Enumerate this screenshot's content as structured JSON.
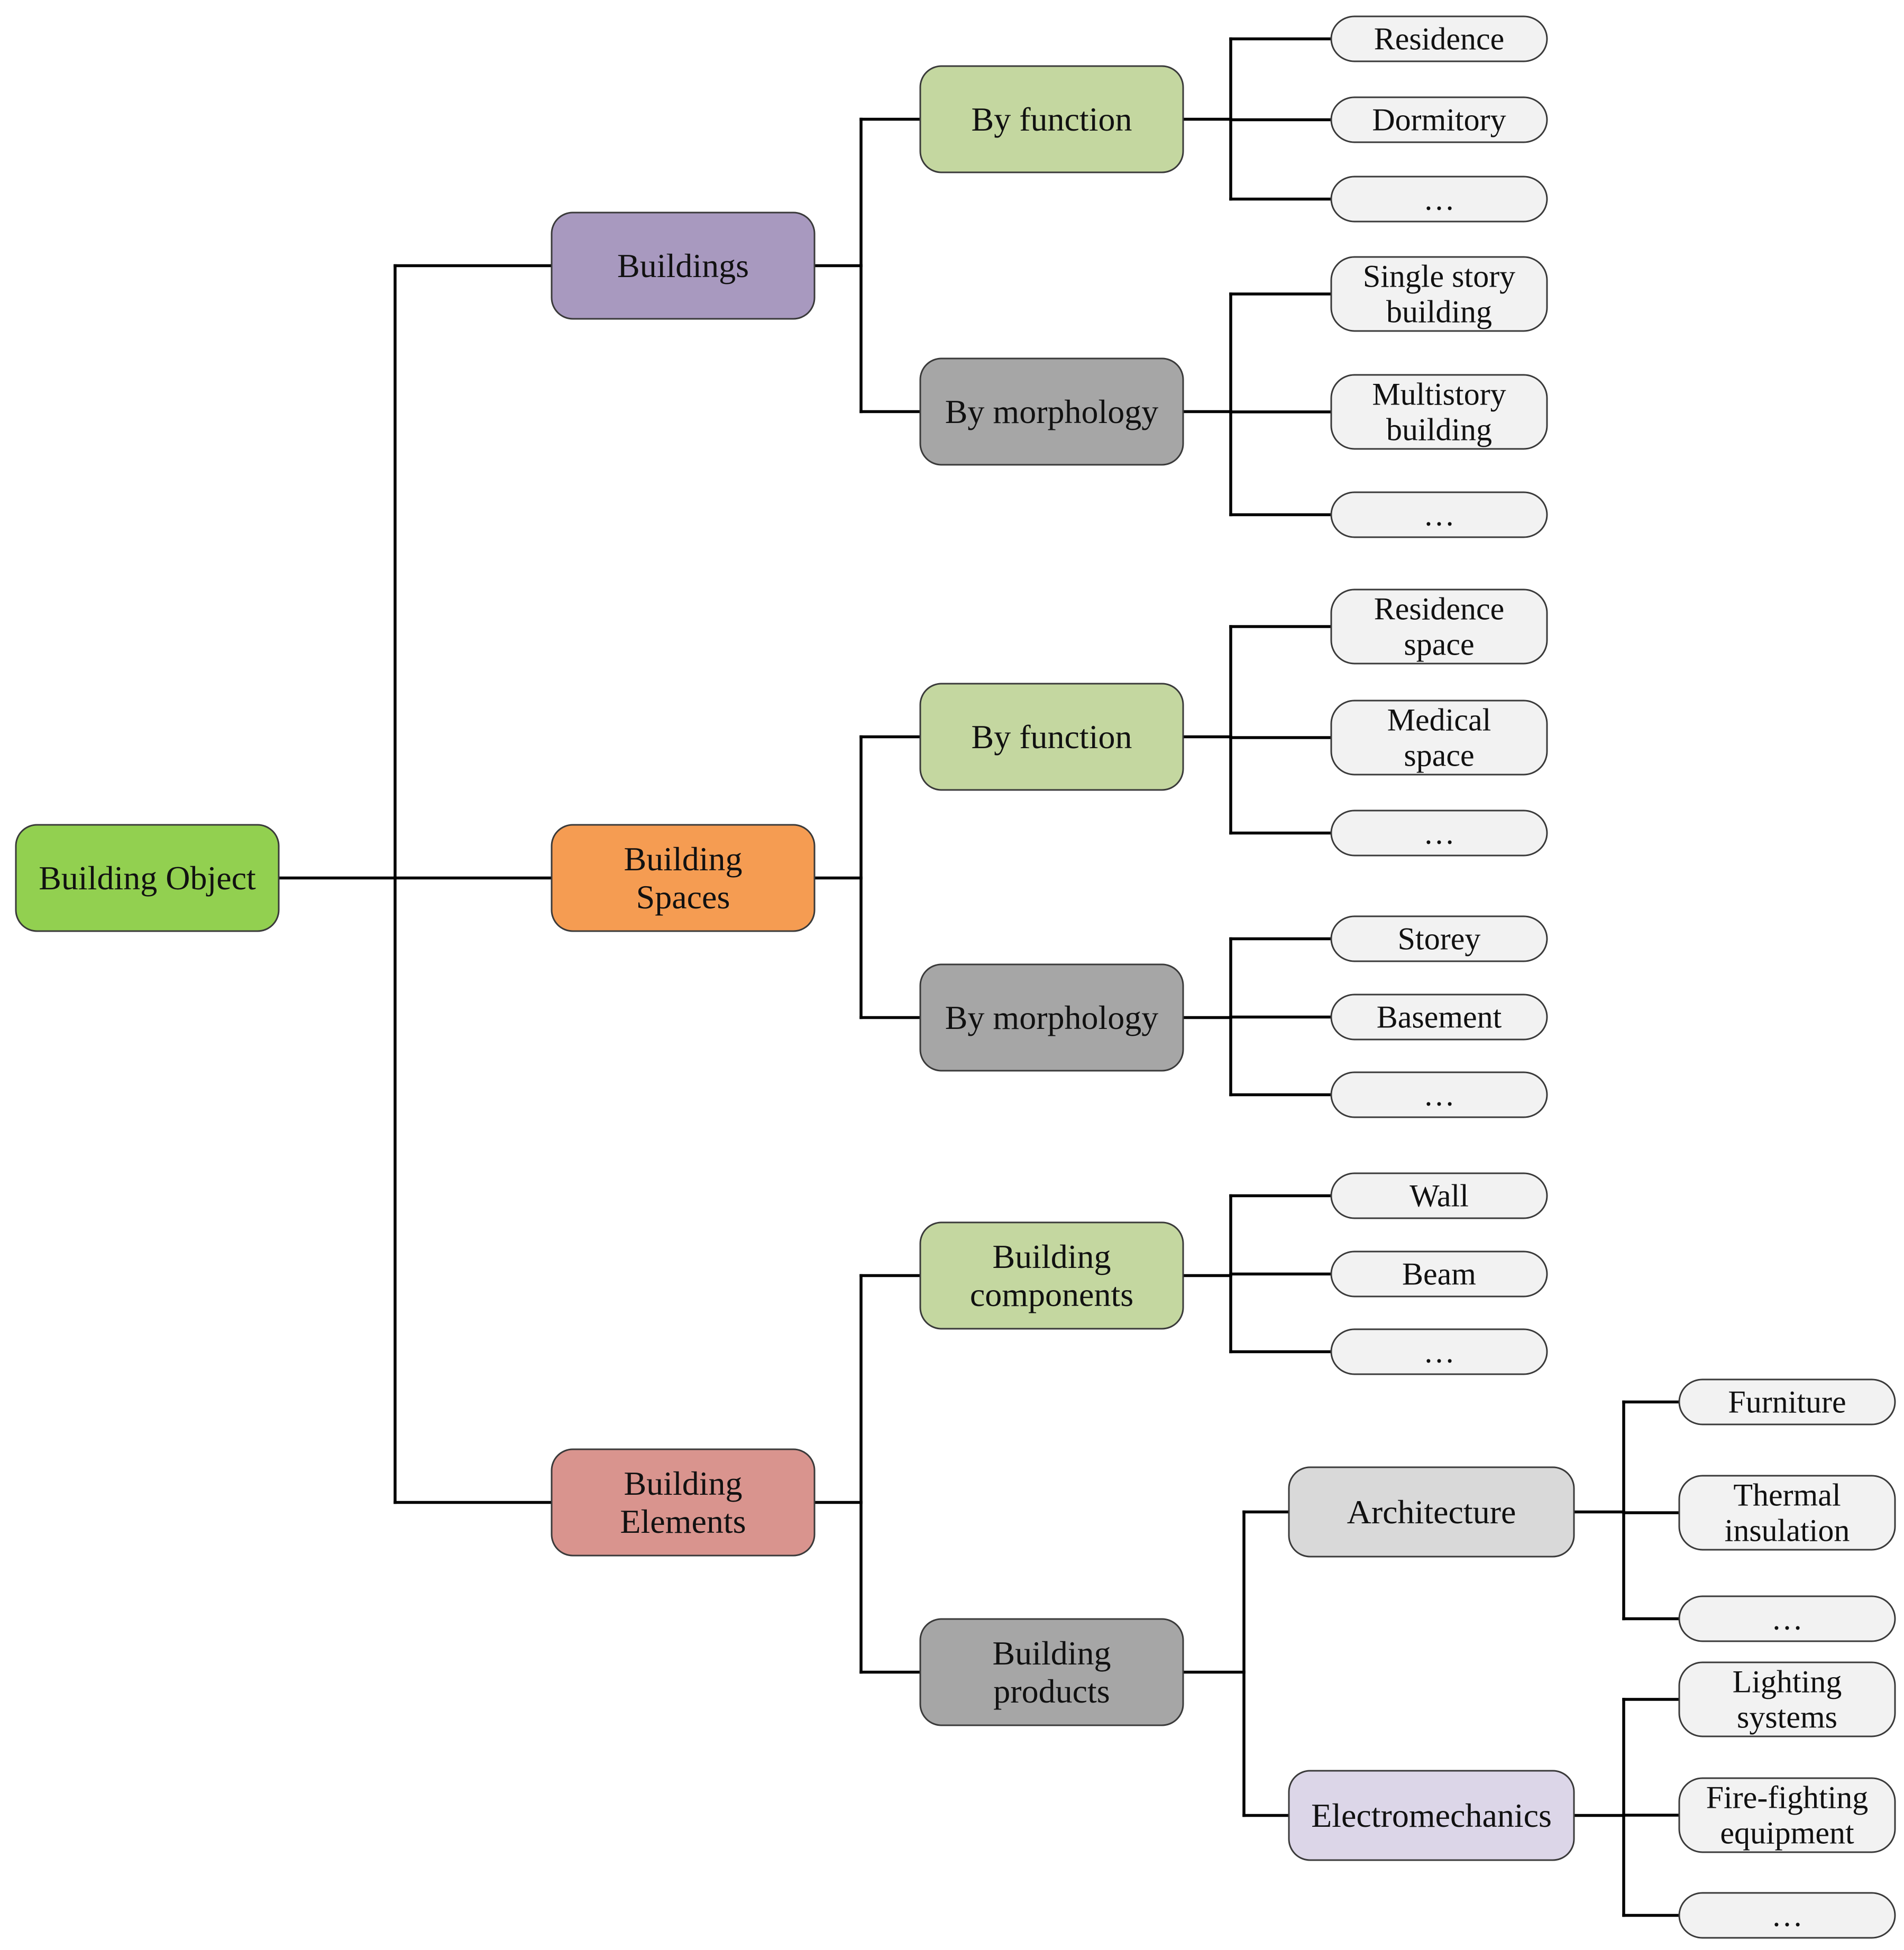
{
  "colors": {
    "root": "#92d050",
    "buildings": "#a899bf",
    "spaces": "#f59c52",
    "elements": "#d9948e",
    "function": "#c4d7a0",
    "morphology": "#a6a6a6",
    "architecture": "#d9d9d9",
    "electromechanics": "#dcd6e8",
    "leaf": "#f2f2f2",
    "line": "#000000"
  },
  "root": {
    "label": "Building Object"
  },
  "categories": [
    {
      "id": "buildings",
      "label": [
        "Buildings"
      ],
      "groups": [
        {
          "label": [
            "By function"
          ],
          "leaves": [
            [
              "Residence"
            ],
            [
              "Dormitory"
            ],
            [
              "…"
            ]
          ]
        },
        {
          "label": [
            "By morphology"
          ],
          "leaves": [
            [
              "Single story",
              "building"
            ],
            [
              "Multistory",
              "building"
            ],
            [
              "…"
            ]
          ]
        }
      ]
    },
    {
      "id": "spaces",
      "label": [
        "Building",
        "Spaces"
      ],
      "groups": [
        {
          "label": [
            "By function"
          ],
          "leaves": [
            [
              "Residence",
              "space"
            ],
            [
              "Medical",
              "space"
            ],
            [
              "…"
            ]
          ]
        },
        {
          "label": [
            "By morphology"
          ],
          "leaves": [
            [
              "Storey"
            ],
            [
              "Basement"
            ],
            [
              "…"
            ]
          ]
        }
      ]
    },
    {
      "id": "elements",
      "label": [
        "Building",
        "Elements"
      ],
      "groups": [
        {
          "label": [
            "Building",
            "components"
          ],
          "leaves": [
            [
              "Wall"
            ],
            [
              "Beam"
            ],
            [
              "…"
            ]
          ]
        },
        {
          "label": [
            "Building",
            "products"
          ],
          "subgroups": [
            {
              "label": [
                "Architecture"
              ],
              "leaves": [
                [
                  "Furniture"
                ],
                [
                  "Thermal",
                  "insulation"
                ],
                [
                  "…"
                ]
              ]
            },
            {
              "label": [
                "Electromechanics"
              ],
              "leaves": [
                [
                  "Lighting",
                  "systems"
                ],
                [
                  "Fire-fighting",
                  "equipment"
                ],
                [
                  "…"
                ]
              ]
            }
          ]
        }
      ]
    }
  ]
}
